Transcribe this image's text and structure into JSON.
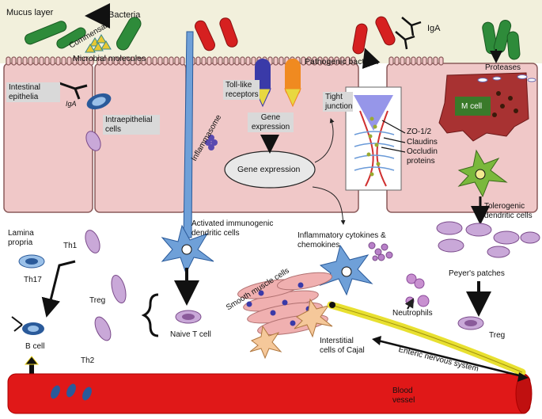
{
  "labels": {
    "mucus_layer": "Mucus layer",
    "bacteria": "Bacteria",
    "commensal": "Commensal",
    "microbial_molecules": "Microbial molecules",
    "iga_top": "IgA",
    "pathogenic_bacteria": "Pathogenic bacteria",
    "proteases": "Proteases",
    "intestinal_epithelia": "Intestinal epithelia",
    "iga_left": "IgA",
    "intraepithelial_cells": "Intraepithelial cells",
    "toll_like_receptors": "Toll-like receptors",
    "inflammasome": "Inflammasome",
    "gene_expression_label": "Gene expression",
    "gene_expression_ellipse": "Gene expression",
    "tight_junction": "Tight junction",
    "zo": "ZO-1/2",
    "claudins": "Claudins",
    "occludin": "Occludin proteins",
    "m_cell": "M cell",
    "tolerogenic_dc": "Tolerogenic dendritic cells",
    "lamina_propria": "Lamina propria",
    "th1": "Th1",
    "th17": "Th17",
    "treg_left": "Treg",
    "th2": "Th2",
    "b_cell": "B cell",
    "activated_dc": "Activated immunogenic dendritic cells",
    "naive_t": "Naive T cell",
    "inflammatory_cytokines": "Inflammatory cytokines & chemokines",
    "peyers_patches": "Peyer's patches",
    "treg_right": "Treg",
    "smooth_muscle": "Smooth muscle cells",
    "neutrophils": "Neutrophils",
    "icc": "Interstitial cells of Cajal",
    "enteric_ns": "Enteric nervous system",
    "blood_vessel": "Blood vessel"
  },
  "colors": {
    "mucus": "#f2f0dc",
    "epithelium": "#f0c8c8",
    "m_cell": "#a83232",
    "blood_vessel": "#e01818",
    "dendritic_blue": "#6fa0d8",
    "tolerogenic_green": "#7ab83c",
    "t_cell_purple": "#c9a8d8",
    "commensal_green": "#2e8b3a",
    "pathogenic_red": "#d62020",
    "label_box": "#d9d9d9"
  }
}
